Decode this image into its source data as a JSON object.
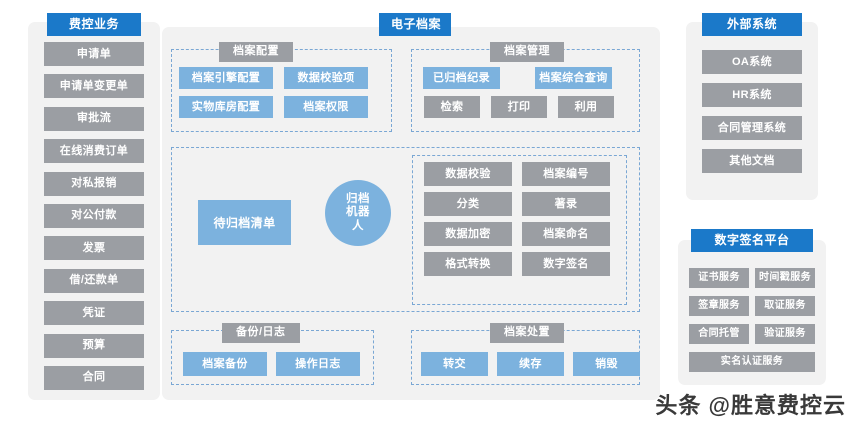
{
  "colors": {
    "header_blue": "#1b79c9",
    "chip_gray": "#9b9ea3",
    "chip_blue": "#7cb2de",
    "panel_bg": "#f2f2f2",
    "dashed_border": "#7aa7d4"
  },
  "fee_business": {
    "title": "费控业务",
    "items": [
      "申请单",
      "申请单变更单",
      "审批流",
      "在线消费订单",
      "对私报销",
      "对公付款",
      "发票",
      "借/还款单",
      "凭证",
      "预算",
      "合同"
    ]
  },
  "electronic_archive": {
    "title": "电子档案",
    "archive_config": {
      "title": "档案配置",
      "items": [
        "档案引擎配置",
        "数据校验项",
        "实物库房配置",
        "档案权限"
      ]
    },
    "archive_management": {
      "title": "档案管理",
      "primary_items": [
        "已归档纪录",
        "档案综合查询"
      ],
      "secondary_items": [
        "检索",
        "打印",
        "利用"
      ]
    },
    "workflow": {
      "pending_list": "待归档清单",
      "robot": "归档机器人",
      "robot_lines": [
        "归档",
        "机器",
        "人"
      ],
      "steps": [
        "数据校验",
        "档案编号",
        "分类",
        "著录",
        "数据加密",
        "档案命名",
        "格式转换",
        "数字签名"
      ]
    },
    "backup_log": {
      "title": "备份/日志",
      "items": [
        "档案备份",
        "操作日志"
      ]
    },
    "archive_disposal": {
      "title": "档案处置",
      "items": [
        "转交",
        "续存",
        "销毁"
      ]
    }
  },
  "external_systems": {
    "title": "外部系统",
    "items": [
      "OA系统",
      "HR系统",
      "合同管理系统",
      "其他文档"
    ]
  },
  "digital_signature_platform": {
    "title": "数字签名平台",
    "items": [
      "证书服务",
      "时间戳服务",
      "签章服务",
      "取证服务",
      "合同托管",
      "验证服务"
    ],
    "wide_item": "实名认证服务"
  },
  "watermark": "头条 @胜意费控云"
}
